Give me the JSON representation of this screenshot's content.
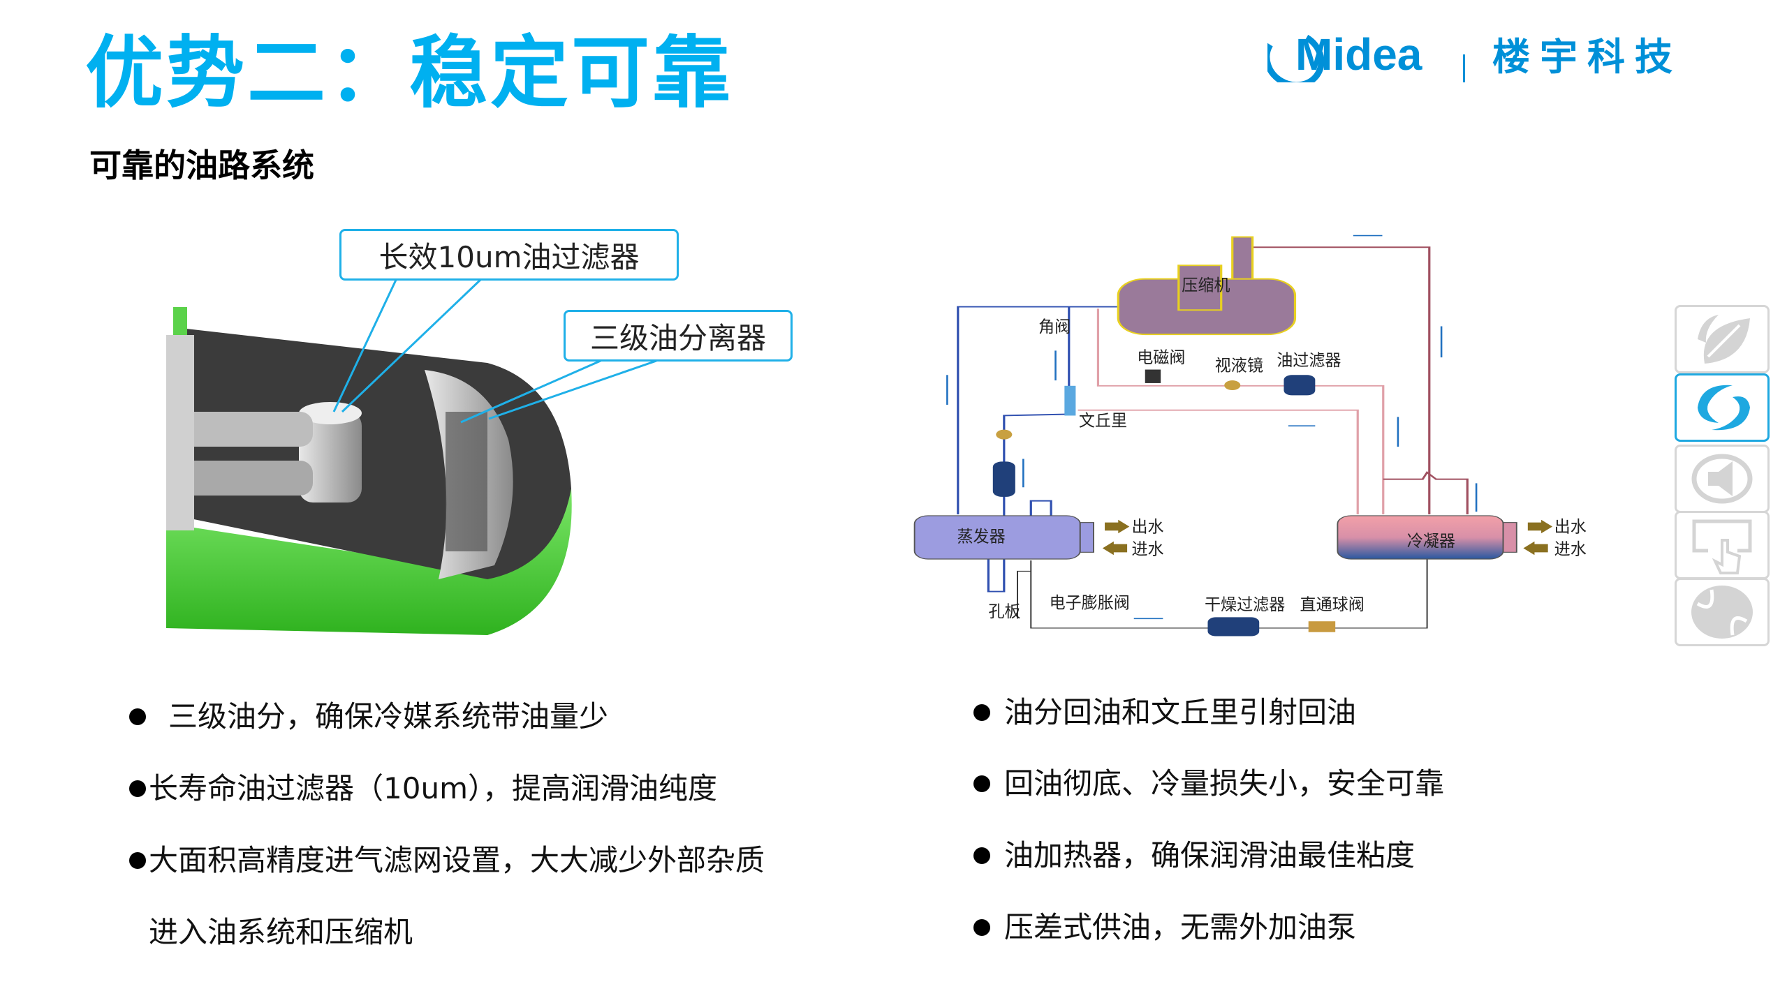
{
  "header": {
    "title": "优势二：稳定可靠",
    "subtitle": "可靠的油路系统",
    "logo_brand": "Midea",
    "logo_division": "楼宇科技"
  },
  "left_figure": {
    "callouts": [
      "长效10um油过滤器",
      "三级油分离器"
    ]
  },
  "diagram": {
    "labels": {
      "compressor": "压缩机",
      "angle_valve": "角阀",
      "solenoid_valve": "电磁阀",
      "sight_glass": "视液镜",
      "oil_filter": "油过滤器",
      "venturi": "文丘里",
      "evaporator": "蒸发器",
      "condenser": "冷凝器",
      "orifice": "孔板",
      "eev": "电子膨胀阀",
      "dry_filter": "干燥过滤器",
      "ball_valve": "直通球阀",
      "water_out": "出水",
      "water_in": "进水"
    }
  },
  "bullets_left": [
    "三级油分，确保冷媒系统带油量少",
    "长寿命油过滤器（10um），提高润滑油纯度",
    "大面积高精度进气滤网设置，大大减少外部杂质",
    "进入油系统和压缩机"
  ],
  "bullets_right": [
    "油分回油和文丘里引射回油",
    "回油彻底、冷量损失小，安全可靠",
    "油加热器，确保润滑油最佳粘度",
    "压差式供油，无需外加油泵"
  ],
  "side_nav": [
    {
      "icon": "leaf-icon",
      "active": false
    },
    {
      "icon": "swirl-icon",
      "active": true
    },
    {
      "icon": "speaker-icon",
      "active": false
    },
    {
      "icon": "touch-icon",
      "active": false
    },
    {
      "icon": "fan-icon",
      "active": false
    }
  ],
  "colors": {
    "accent": "#00b0f0",
    "logo": "#0090d8"
  }
}
